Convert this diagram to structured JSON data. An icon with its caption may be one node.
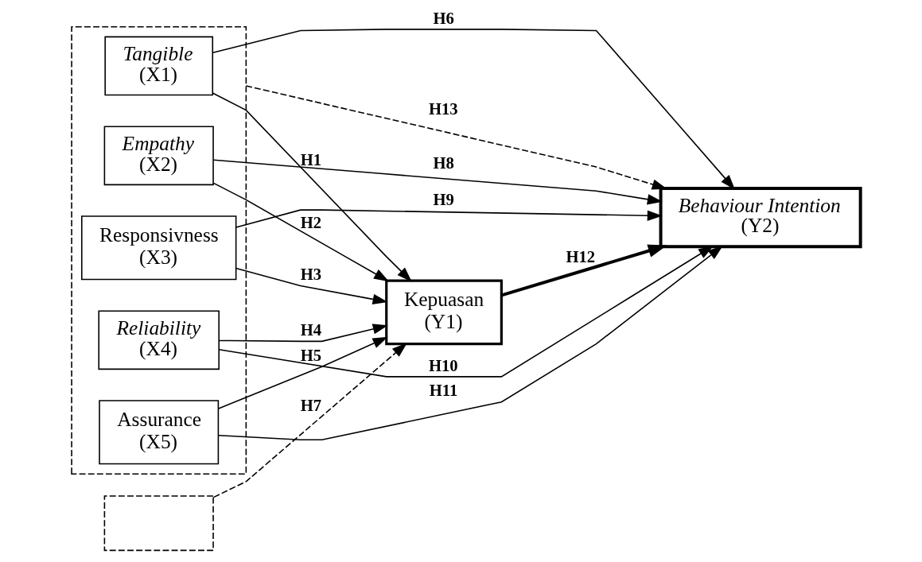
{
  "diagram": {
    "nodes": [
      {
        "text": [],
        "shape": "box"
      },
      {
        "text": [
          "Tangible",
          "(X1)"
        ],
        "in": 0
      },
      {
        "text": [
          "Empathy",
          "(X2)"
        ],
        "in": 0
      },
      {
        "text": [
          "Responsivness",
          "(X3)"
        ],
        "in": 0
      },
      {
        "text": [
          "Reliability",
          "(X4)"
        ],
        "in": 0
      },
      {
        "text": [
          "Assurance",
          "(X5)"
        ],
        "in": 0
      },
      {
        "text": [],
        "shape": "box"
      },
      {
        "text": [
          "Kepuasan",
          "(Y1)"
        ]
      },
      {
        "text": [
          "Behaviour Intention",
          "(Y2)"
        ]
      }
    ],
    "edges": [
      {
        "from": 1,
        "to": 7,
        "arrow": "to",
        "label": "H1"
      },
      {
        "from": 2,
        "to": 7,
        "arrow": "to",
        "label": "H2"
      },
      {
        "from": 3,
        "to": 7,
        "arrow": "to",
        "label": "H3"
      },
      {
        "from": 4,
        "to": 7,
        "arrow": "to",
        "label": "H4"
      },
      {
        "from": 5,
        "to": 7,
        "arrow": "to",
        "label": "H5"
      },
      {
        "from": 1,
        "to": 8,
        "arrow": "to",
        "label": "H6"
      },
      {
        "from": 6,
        "to": 7,
        "arrow": "to",
        "label": "H7",
        "style": "dashed"
      },
      {
        "from": 2,
        "to": 8,
        "arrow": "to",
        "label": "H8"
      },
      {
        "from": 3,
        "to": 8,
        "arrow": "to",
        "label": "H9"
      },
      {
        "from": 4,
        "to": 8,
        "arrow": "to",
        "label": "H10"
      },
      {
        "from": 5,
        "to": 8,
        "arrow": "to",
        "label": "H11"
      },
      {
        "from": 7,
        "to": 8,
        "arrow": "to",
        "label": "H12",
        "style": "thick"
      },
      {
        "from": 0,
        "to": 8,
        "arrow": "to",
        "label": "H13",
        "style": "dashed"
      }
    ]
  }
}
